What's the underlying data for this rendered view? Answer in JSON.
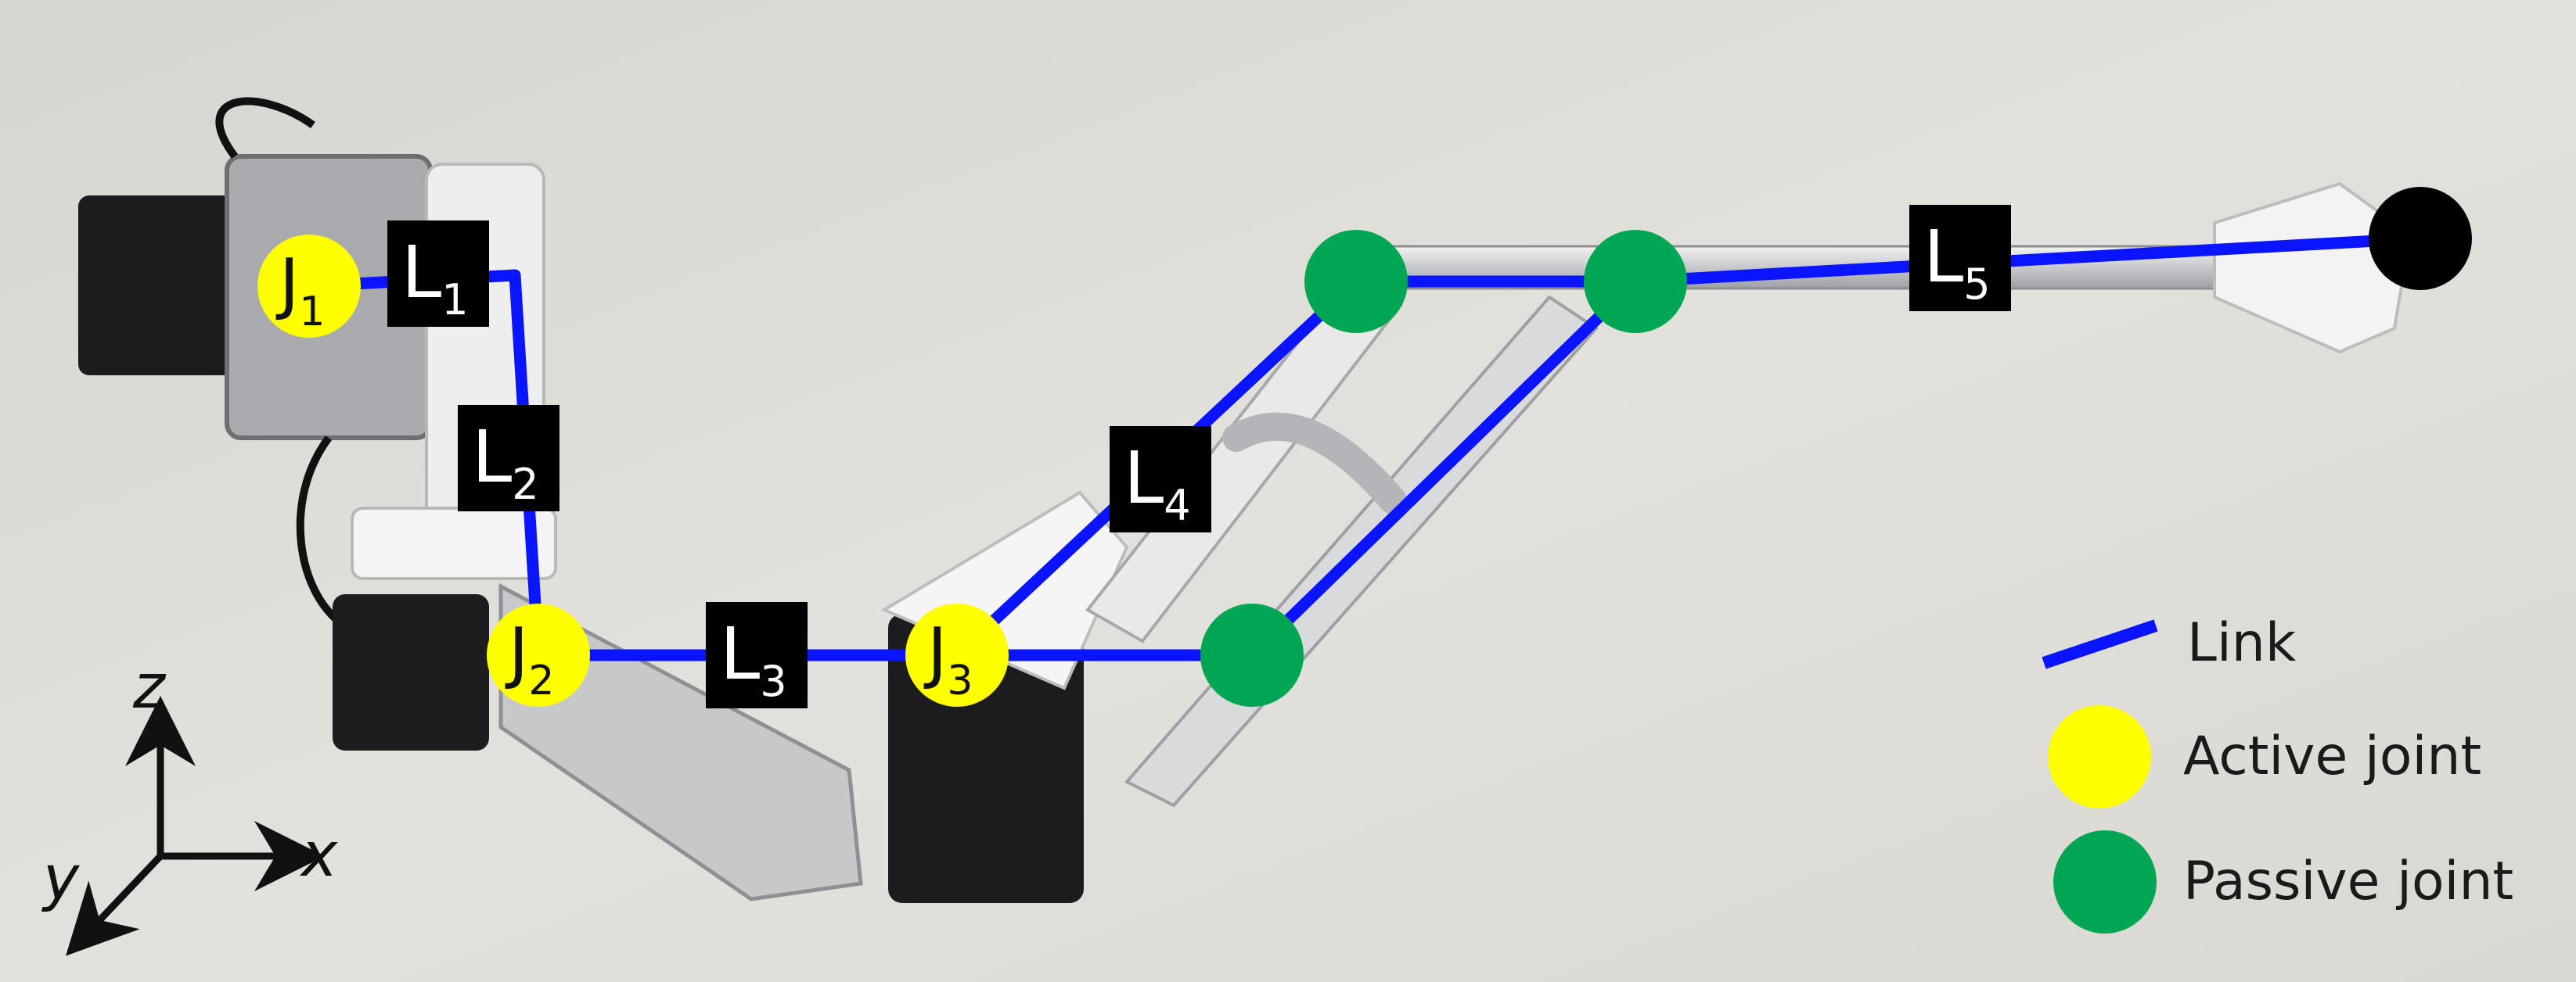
{
  "colors": {
    "link": "#0a14ff",
    "active_joint": "#ffff00",
    "passive_joint": "#00a651",
    "end_effector": "#000000",
    "label_box": "#000000",
    "label_text": "#ffffff",
    "background": "#dddcd6"
  },
  "joints": {
    "j1": {
      "letter": "J",
      "sub": "1"
    },
    "j2": {
      "letter": "J",
      "sub": "2"
    },
    "j3": {
      "letter": "J",
      "sub": "3"
    }
  },
  "links": {
    "l1": {
      "letter": "L",
      "sub": "1"
    },
    "l2": {
      "letter": "L",
      "sub": "2"
    },
    "l3": {
      "letter": "L",
      "sub": "3"
    },
    "l4": {
      "letter": "L",
      "sub": "4"
    },
    "l5": {
      "letter": "L",
      "sub": "5"
    }
  },
  "legend": {
    "link": "Link",
    "active_joint": "Active joint",
    "passive_joint": "Passive joint"
  },
  "axes": {
    "z": "z",
    "x": "x",
    "y": "y"
  }
}
